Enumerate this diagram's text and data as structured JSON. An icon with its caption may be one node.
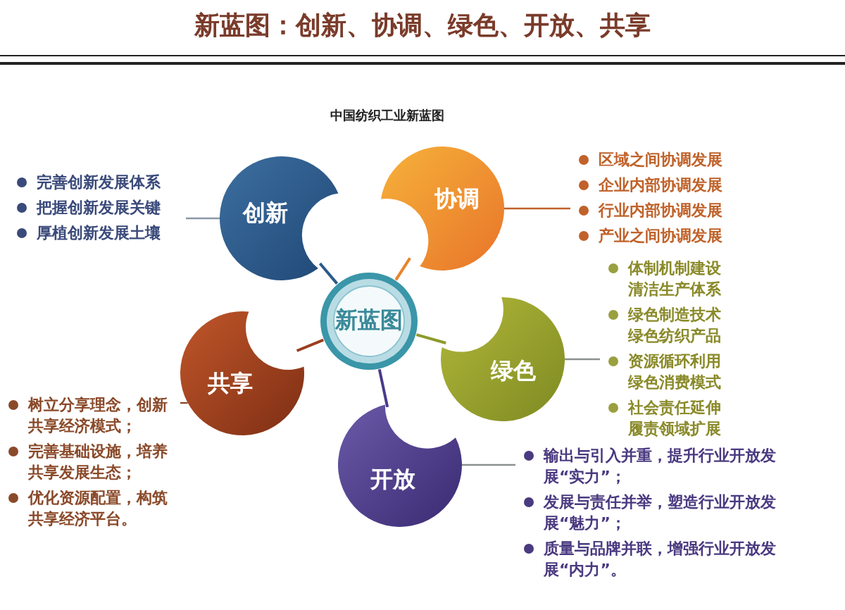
{
  "diagram": {
    "title": "新蓝图：创新、协调、绿色、开放、共享",
    "nodes": [
      {
        "text": [
          "新蓝图"
        ]
      },
      {
        "text": [
          "创新"
        ]
      },
      {
        "text": [
          "协调"
        ]
      },
      {
        "text": [
          "绿色"
        ]
      },
      {
        "text": [
          "开放"
        ]
      },
      {
        "text": [
          "共享"
        ]
      },
      {
        "text": [
          "完善创新发展体系",
          "把握创新发展关键",
          "厚植创新发展土壤"
        ]
      },
      {
        "text": [
          "区域之间协调发展",
          "企业内部协调发展",
          "行业内部协调发展",
          "产业之间协调发展"
        ]
      },
      {
        "text": [
          "体制机制建设清洁生产体系",
          "绿色制造技术绿色纺织产品",
          "资源循环利用绿色消费模式",
          "社会责任延伸履责领域扩展"
        ]
      },
      {
        "text": [
          "输出与引入并重，提升行业开放发展“实力”；",
          "发展与责任并举，塑造行业开放发展“魅力”；",
          "质量与品牌并联，增强行业开放发展“内力”。"
        ]
      },
      {
        "text": [
          "树立分享理念，创新共享经济模式；",
          "完善基础设施，培养共享发展生态；",
          "优化资源配置，构筑共享经济平台。"
        ]
      }
    ],
    "edges": [
      {
        "from": 0,
        "to": 1,
        "arrow": "none",
        "color": "#2b5a8a"
      },
      {
        "from": 0,
        "to": 2,
        "arrow": "none",
        "color": "#e8842a"
      },
      {
        "from": 0,
        "to": 3,
        "arrow": "none",
        "color": "#8e9a2a"
      },
      {
        "from": 0,
        "to": 4,
        "arrow": "none",
        "color": "#4a3a8a"
      },
      {
        "from": 0,
        "to": 5,
        "arrow": "none",
        "color": "#9a3e1e"
      },
      {
        "from": 1,
        "to": 6,
        "arrow": "none",
        "color": "#8a96a8"
      },
      {
        "from": 2,
        "to": 7,
        "arrow": "none",
        "color": "#c0622a"
      },
      {
        "from": 3,
        "to": 8,
        "arrow": "none",
        "color": "#8a8f90"
      },
      {
        "from": 4,
        "to": 9,
        "arrow": "none",
        "color": "#8a8f90"
      },
      {
        "from": 5,
        "to": 10,
        "arrow": "none",
        "color": "#8a4a2a"
      }
    ],
    "labels": [
      "中国纺织工业新蓝图"
    ]
  }
}
